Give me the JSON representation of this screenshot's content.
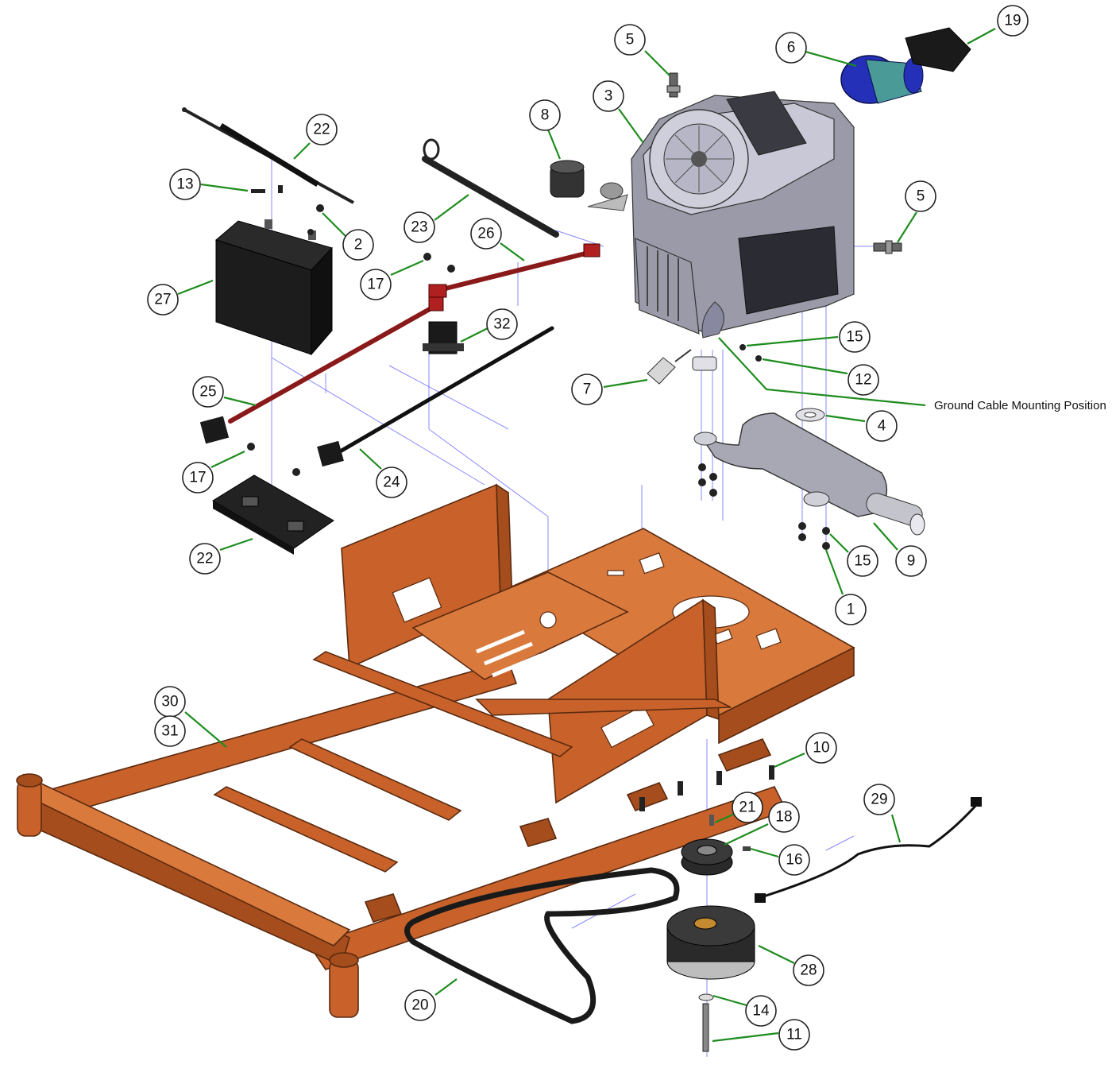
{
  "note": "Ground Cable Mounting Position",
  "callouts": [
    {
      "id": "c5a",
      "label": "5"
    },
    {
      "id": "c19",
      "label": "19"
    },
    {
      "id": "c6",
      "label": "6"
    },
    {
      "id": "c3",
      "label": "3"
    },
    {
      "id": "c8",
      "label": "8"
    },
    {
      "id": "c22a",
      "label": "22"
    },
    {
      "id": "c13",
      "label": "13"
    },
    {
      "id": "c5b",
      "label": "5"
    },
    {
      "id": "c23",
      "label": "23"
    },
    {
      "id": "c26",
      "label": "26"
    },
    {
      "id": "c2",
      "label": "2"
    },
    {
      "id": "c17a",
      "label": "17"
    },
    {
      "id": "c27",
      "label": "27"
    },
    {
      "id": "c32",
      "label": "32"
    },
    {
      "id": "c15a",
      "label": "15"
    },
    {
      "id": "c12",
      "label": "12"
    },
    {
      "id": "c7",
      "label": "7"
    },
    {
      "id": "c25",
      "label": "25"
    },
    {
      "id": "c4",
      "label": "4"
    },
    {
      "id": "c17b",
      "label": "17"
    },
    {
      "id": "c24",
      "label": "24"
    },
    {
      "id": "c22b",
      "label": "22"
    },
    {
      "id": "c15b",
      "label": "15"
    },
    {
      "id": "c9",
      "label": "9"
    },
    {
      "id": "c1",
      "label": "1"
    },
    {
      "id": "c30",
      "label": "30"
    },
    {
      "id": "c31",
      "label": "31"
    },
    {
      "id": "c10",
      "label": "10"
    },
    {
      "id": "c29",
      "label": "29"
    },
    {
      "id": "c21",
      "label": "21"
    },
    {
      "id": "c18",
      "label": "18"
    },
    {
      "id": "c16",
      "label": "16"
    },
    {
      "id": "c28",
      "label": "28"
    },
    {
      "id": "c20",
      "label": "20"
    },
    {
      "id": "c14",
      "label": "14"
    },
    {
      "id": "c11",
      "label": "11"
    }
  ]
}
